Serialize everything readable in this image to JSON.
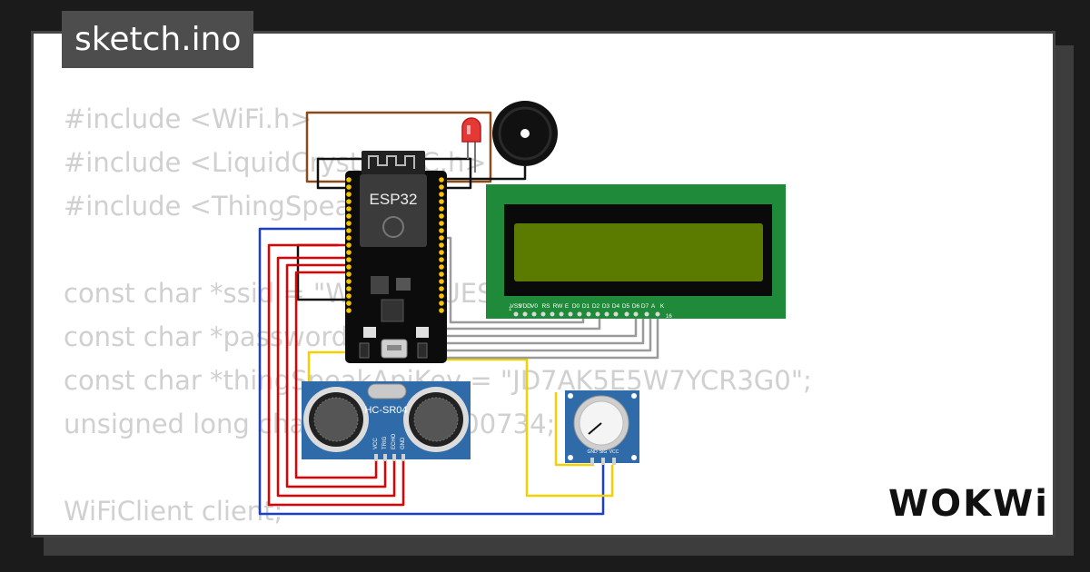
{
  "window": {
    "title": "sketch.ino"
  },
  "code_lines": [
    "#include <WiFi.h>",
    "#include <LiquidCrystal_I2C.h>",
    "#include <ThingSpeak.h>",
    "",
    "const char *ssid = \"Wokwi-GUEST\";",
    "const char *password = \"\";",
    "const char *thingSpeakApiKey = \"JD7AK5E5W7YCR3G0\";",
    "unsigned long channelID = 2400734;",
    "",
    "WiFiClient client;"
  ],
  "components": {
    "esp32": {
      "label": "ESP32"
    },
    "ultrasonic": {
      "label": "HC-SR04",
      "pins": [
        "VCC",
        "TRIG",
        "ECHO",
        "GND"
      ]
    },
    "lcd": {
      "pins": [
        "VSS",
        "VDD",
        "V0",
        "RS",
        "RW",
        "E",
        "D0",
        "D1",
        "D2",
        "D3",
        "D4",
        "D5",
        "D6",
        "D7",
        "A",
        "K"
      ],
      "pin_first": "1",
      "pin_last": "16",
      "body_color": "#1f8a3a",
      "screen_color": "#5a7a00"
    },
    "potentiometer": {
      "pins": [
        "GND",
        "SIG",
        "VCC"
      ]
    },
    "led": {
      "color": "#e53935"
    },
    "buzzer": {}
  },
  "wire_colors": {
    "red": "#e00000",
    "blue": "#1a3fd0",
    "yellow": "#f5d000",
    "black": "#111111",
    "gray": "#9a9a9a",
    "brown": "#8b4a1a"
  },
  "brand": {
    "logo_text": "WOKWi"
  }
}
